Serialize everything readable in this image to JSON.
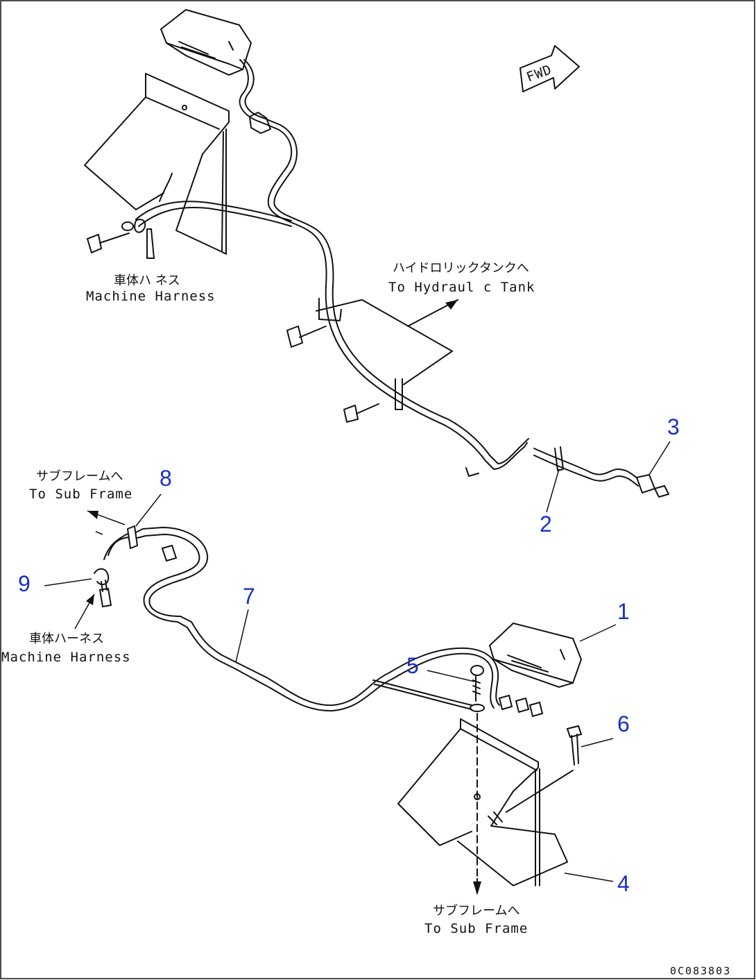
{
  "fwd_label": "FWD",
  "labels": {
    "machine_harness_top_jp": "車体ハ ネス",
    "machine_harness_top_en": "Machine Harness",
    "hydraulic_tank_jp": "ハイドロリックタンクへ",
    "hydraulic_tank_en": "To Hydraul c Tank",
    "sub_frame_left_jp": "サブフレームへ",
    "sub_frame_left_en": "To Sub Frame",
    "machine_harness_left_jp": "車体ハーネス",
    "machine_harness_left_en": "Machine Harness",
    "sub_frame_bottom_jp": "サブフレームへ",
    "sub_frame_bottom_en": "To Sub Frame"
  },
  "callouts": {
    "c1": "1",
    "c2": "2",
    "c3": "3",
    "c4": "4",
    "c5": "5",
    "c6": "6",
    "c7": "7",
    "c8": "8",
    "c9": "9"
  },
  "drawing_code": "0C083803",
  "colors": {
    "callout": "#1530c8",
    "line": "#111111"
  }
}
